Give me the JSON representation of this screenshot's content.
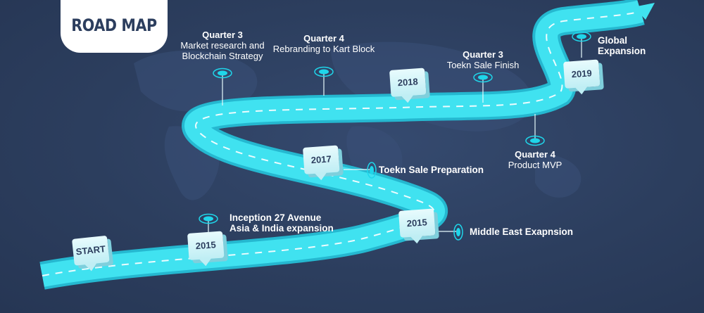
{
  "title": "ROAD MAP",
  "colors": {
    "background": "#2c3e5e",
    "road": "#3ee0ee",
    "road_edge": "#25b8d0",
    "marker": "#dff8fb",
    "pin": "#1fd6ea",
    "text": "#ffffff"
  },
  "milestones": [
    {
      "id": "start",
      "label": "START",
      "icon": "marker-sign-icon"
    },
    {
      "id": "m2015a",
      "label": "2015",
      "icon": "marker-sign-icon"
    },
    {
      "id": "m2015b",
      "label": "2015",
      "icon": "marker-sign-icon"
    },
    {
      "id": "m2017",
      "label": "2017",
      "icon": "marker-sign-icon"
    },
    {
      "id": "m2018",
      "label": "2018",
      "icon": "marker-sign-icon"
    },
    {
      "id": "m2019",
      "label": "2019",
      "icon": "marker-sign-icon"
    }
  ],
  "events": [
    {
      "id": "inception",
      "lines": [
        "Inception 27 Avenue",
        "Asia & India expansion"
      ]
    },
    {
      "id": "middle-east",
      "lines": [
        "Middle East Exapnsion"
      ]
    },
    {
      "id": "token-prep",
      "lines": [
        "Toekn Sale Preparation"
      ]
    },
    {
      "id": "q3-market",
      "heading": "Quarter 3",
      "lines": [
        "Market research and",
        "Blockchain Strategy"
      ]
    },
    {
      "id": "q4-rebrand",
      "heading": "Quarter 4",
      "lines": [
        "Rebranding to Kart Block"
      ]
    },
    {
      "id": "q3-token",
      "heading": "Quarter 3",
      "lines": [
        "Toekn Sale Finish"
      ]
    },
    {
      "id": "q4-mvp",
      "heading": "Quarter 4",
      "lines": [
        "Product MVP"
      ]
    },
    {
      "id": "global",
      "lines": [
        "Global",
        "Expansion"
      ]
    }
  ]
}
